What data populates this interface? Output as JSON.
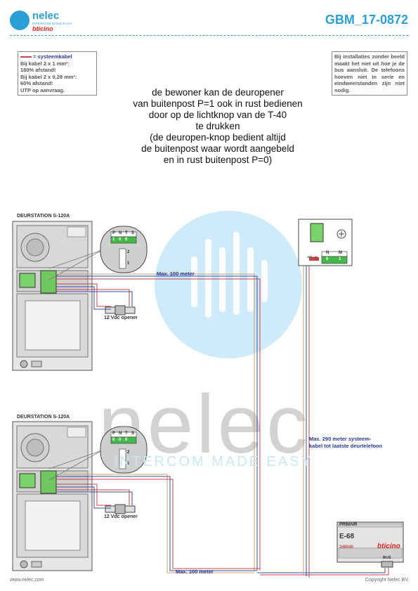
{
  "header": {
    "brand_name": "nelec",
    "brand_tagline": "INTERCOM MADE EASY",
    "brand_sub": "bticino",
    "doc_code": "GBM_17-0872"
  },
  "note_left": {
    "legend": "= systeemkabel",
    "lines": [
      "Bij kabel 2 x 1 mm²:",
      "180% afstand!",
      "Bij kabel 2 x 0,28 mm²:",
      "60% afstand!",
      "UTP op aanvraag."
    ]
  },
  "note_right": {
    "text_1": "Bij installaties zonder beeld maakt het niet uit ",
    "text_em": "hoe",
    "text_2": " je de bus aansluit. De telefoons hoeven niet in serie en eindweerstanden zijn niet nodig."
  },
  "main_text": [
    "de bewoner kan de deuropener",
    "van buitenpost P=1 ook in rust bedienen",
    "door op de lichtknop van de T-40",
    "te drukken",
    "(de deuropen-knop bedient altijd",
    "de buitenpost waar wordt aangebeld",
    "en in rust buitenpost P=0)"
  ],
  "station_top": {
    "title": "DEURSTATION S-120A",
    "opener": "12 Vdc opener",
    "dip_header": [
      "P",
      "N",
      "T",
      "S"
    ],
    "dip_values": [
      "1",
      "0",
      "0",
      ""
    ],
    "switch_labels": [
      "2",
      "1"
    ]
  },
  "station_bottom": {
    "title": "DEURSTATION S-120A",
    "opener": "12 Vdc opener",
    "dip_header": [
      "P",
      "N",
      "T",
      "S"
    ],
    "dip_values": [
      "0",
      "0",
      "0",
      ""
    ],
    "switch_labels": [
      "2",
      "1"
    ]
  },
  "handset": {
    "dip_header": [
      "N",
      "M"
    ],
    "dip_values": [
      "0",
      "1"
    ],
    "off_on": "OFF ON"
  },
  "cable_labels": {
    "top": "Max. 100 meter",
    "bottom": "Max. 100 meter",
    "right_1": "Max. 290 meter systeem-",
    "right_2": "kabel tot laatste deurtelefoon"
  },
  "psu": {
    "primair": "PRIMAIR",
    "model": "E-68",
    "code": "346040",
    "brand": "bticino",
    "bus": "BUS"
  },
  "watermark": {
    "word": "nelec",
    "tagline": "INTERCOM MADE EASY"
  },
  "footer": {
    "left": "www.nelec.com",
    "right": "Copyright Nelec BV"
  },
  "colors": {
    "accent": "#2a9fd6",
    "cable_red": "#c44444",
    "cable_blue": "#3a4aa8",
    "cable_tan": "#c8a070"
  }
}
